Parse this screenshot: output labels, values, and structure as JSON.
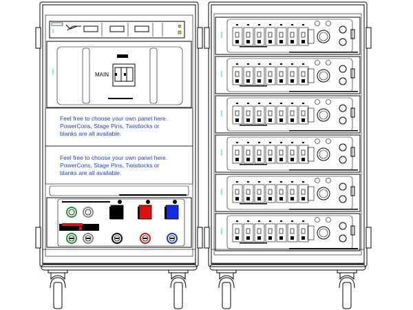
{
  "left_rack": {
    "main_label": "MAIN",
    "blank_panel_1": {
      "lines": [
        "Feel free to choose your own panel here.",
        "PowerCons, Stage Pins, Twistlocks or",
        "blanks are all available."
      ]
    },
    "blank_panel_2": {
      "lines": [
        "Feel free to choose your own panel here.",
        "PowerCons, Stage Pins, Twistlocks or",
        "blanks are all available."
      ]
    },
    "connectors_top": [
      {
        "icon": "powercon-connector-icon",
        "color": "#1a9a2a"
      },
      {
        "icon": "powercon-connector-icon",
        "color": "#888888"
      },
      {
        "icon": "camlok-connector-icon",
        "color": "#000000"
      },
      {
        "icon": "camlok-connector-icon",
        "color": "#e01010"
      },
      {
        "icon": "camlok-connector-icon",
        "color": "#1030e0"
      }
    ],
    "connectors_bottom": [
      {
        "icon": "powercon-connector-icon",
        "color": "#1a9a2a"
      },
      {
        "icon": "powercon-connector-icon",
        "color": "#888888"
      },
      {
        "icon": "powercon-connector-icon",
        "color": "#000000"
      },
      {
        "icon": "powercon-connector-icon",
        "color": "#e01010"
      },
      {
        "icon": "powercon-connector-icon",
        "color": "#1030e0"
      }
    ]
  },
  "right_rack": {
    "module_count": 6,
    "breakers_per_module": 7
  },
  "colors": {
    "text_blue": "#1f3fd8",
    "led_cyan": "#33dddd",
    "indicator_yellow": "#e8d21a"
  }
}
